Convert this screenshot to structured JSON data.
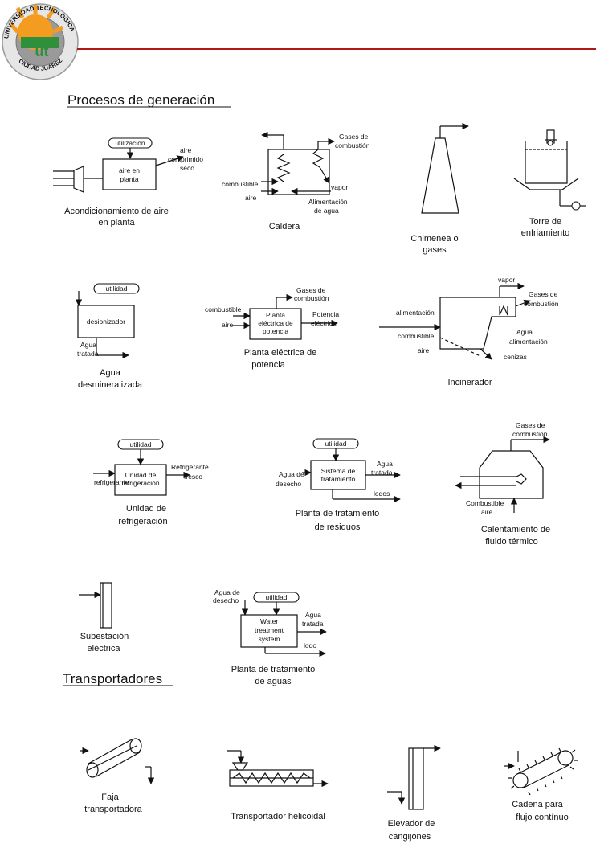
{
  "logo": {
    "ring_top": "UNIVERSIDAD TECNOLOGICA",
    "ring_bottom": "CIUDAD JUAREZ",
    "mark": "ut"
  },
  "sections": {
    "generation": "Procesos de generación",
    "transport": "Transportadores"
  },
  "air": {
    "util": "utilización",
    "box": [
      "aire en",
      "planta"
    ],
    "out": [
      "aire",
      "comprimido",
      "seco"
    ],
    "caption": [
      "Acondicionamiento de aire",
      "en planta"
    ]
  },
  "boiler": {
    "gases": [
      "Gases de",
      "combustión"
    ],
    "fuel": "combustible",
    "air": "aire",
    "vapor": "vapor",
    "water": [
      "Alimentación",
      "de agua"
    ],
    "caption": "Caldera"
  },
  "chimney": {
    "caption": [
      "Chimenea o",
      "gases"
    ]
  },
  "tower": {
    "caption": [
      "Torre de",
      "enfriamiento"
    ]
  },
  "deion": {
    "util": "utilidad",
    "box": "desionizador",
    "out": [
      "Agua",
      "tratada"
    ],
    "caption": [
      "Agua",
      "desmineralizada"
    ]
  },
  "power": {
    "gases": [
      "Gases de",
      "combustión"
    ],
    "fuel": "combustible",
    "air": "aire",
    "box": [
      "Planta",
      "eléctrica de",
      "potencia"
    ],
    "out": [
      "Potencia",
      "eléctrica"
    ],
    "caption": [
      "Planta eléctrica de",
      "potencia"
    ]
  },
  "incin": {
    "vapor": "vapor",
    "gases": [
      "Gases de",
      "combustión"
    ],
    "feed": "alimentación",
    "fuel": "combustible",
    "air": "aire",
    "water": [
      "Agua",
      "alimentación"
    ],
    "ash": "cenizas",
    "caption": "Incinerador"
  },
  "refrig": {
    "util": "utilidad",
    "in": "refrigerante",
    "box": [
      "Unidad de",
      "refrigeración"
    ],
    "out": [
      "Refrigerante",
      "fresco"
    ],
    "caption": [
      "Unidad de",
      "refrigeración"
    ]
  },
  "waste": {
    "util": "utilidad",
    "in": [
      "Agua de",
      "desecho"
    ],
    "box": [
      "Sistema de",
      "tratamiento"
    ],
    "out": [
      "Agua",
      "tratada"
    ],
    "sludge": "lodos",
    "caption": [
      "Planta de tratamiento",
      "de residuos"
    ]
  },
  "thermal": {
    "gases": [
      "Gases de",
      "combustión"
    ],
    "fuel": "Combustible",
    "air": "aire",
    "caption": [
      "Calentamiento de",
      "fluido térmico"
    ]
  },
  "substation": {
    "caption": [
      "Subestación",
      "eléctrica"
    ]
  },
  "water": {
    "in": [
      "Agua de",
      "desecho"
    ],
    "util": "utilidad",
    "box": [
      "Water",
      "treatment",
      "system"
    ],
    "out": [
      "Agua",
      "tratada"
    ],
    "sludge": "lodo",
    "caption": [
      "Planta de tratamiento",
      "de aguas"
    ]
  },
  "belt": {
    "caption": [
      "Faja",
      "transportadora"
    ]
  },
  "screw": {
    "caption": "Transportador helicoidal"
  },
  "bucket": {
    "caption": [
      "Elevador de",
      "cangijones"
    ]
  },
  "chain": {
    "caption": [
      "Cadena para",
      "flujo contínuo"
    ]
  }
}
